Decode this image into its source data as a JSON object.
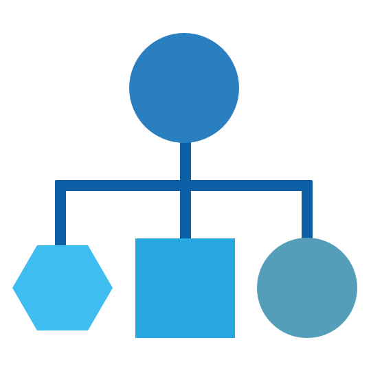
{
  "diagram": {
    "type": "hierarchy",
    "background_color": "#ffffff",
    "connector": {
      "color": "#0d5fa6"
    },
    "root": {
      "shape": "circle",
      "color": "#2a7fc1"
    },
    "children": [
      {
        "shape": "hexagon",
        "color": "#3fbdf0"
      },
      {
        "shape": "square",
        "color": "#28a8e0"
      },
      {
        "shape": "circle",
        "color": "#559eb9"
      }
    ]
  }
}
